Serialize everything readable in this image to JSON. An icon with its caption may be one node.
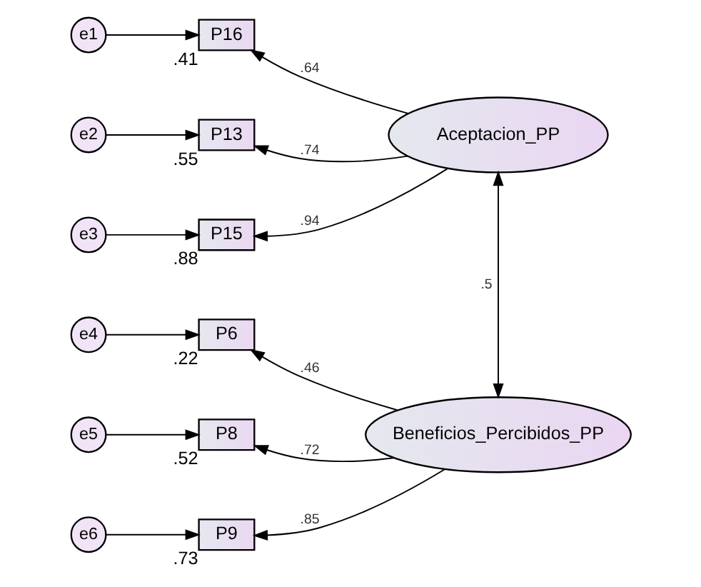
{
  "diagram": {
    "nodes": [
      {
        "text": [
          "e1"
        ]
      },
      {
        "text": [
          "P16"
        ],
        "beside": [
          ".41"
        ]
      },
      {
        "text": [
          "e2"
        ]
      },
      {
        "text": [
          "P13"
        ],
        "beside": [
          ".55"
        ]
      },
      {
        "text": [
          "Aceptacion_PP"
        ]
      },
      {
        "text": [
          "e3"
        ]
      },
      {
        "text": [
          "P15"
        ],
        "beside": [
          ".88"
        ]
      },
      {
        "text": [
          "e4"
        ]
      },
      {
        "text": [
          "P6"
        ],
        "beside": [
          ".22"
        ]
      },
      {
        "text": [
          "e5"
        ]
      },
      {
        "text": [
          "P8"
        ],
        "beside": [
          ".52"
        ]
      },
      {
        "text": [
          "Beneficios_Percibidos_PP"
        ]
      },
      {
        "text": [
          "e6"
        ]
      },
      {
        "text": [
          "P9"
        ],
        "beside": [
          ".73"
        ]
      }
    ],
    "edges": [
      {
        "from": 0,
        "to": 1,
        "arrow": "to"
      },
      {
        "from": 2,
        "to": 3,
        "arrow": "to"
      },
      {
        "from": 5,
        "to": 6,
        "arrow": "to"
      },
      {
        "from": 4,
        "to": 1,
        "arrow": "to",
        "label": ".64"
      },
      {
        "from": 4,
        "to": 3,
        "arrow": "to",
        "label": ".74"
      },
      {
        "from": 4,
        "to": 6,
        "arrow": "to",
        "label": ".94"
      },
      {
        "from": 4,
        "to": 11,
        "arrow": "both",
        "label": ".5"
      },
      {
        "from": 7,
        "to": 8,
        "arrow": "to"
      },
      {
        "from": 9,
        "to": 10,
        "arrow": "to"
      },
      {
        "from": 12,
        "to": 13,
        "arrow": "to"
      },
      {
        "from": 11,
        "to": 8,
        "arrow": "to",
        "label": ".46"
      },
      {
        "from": 11,
        "to": 10,
        "arrow": "to",
        "label": ".72"
      },
      {
        "from": 11,
        "to": 13,
        "arrow": "to",
        "label": ".85"
      }
    ]
  }
}
